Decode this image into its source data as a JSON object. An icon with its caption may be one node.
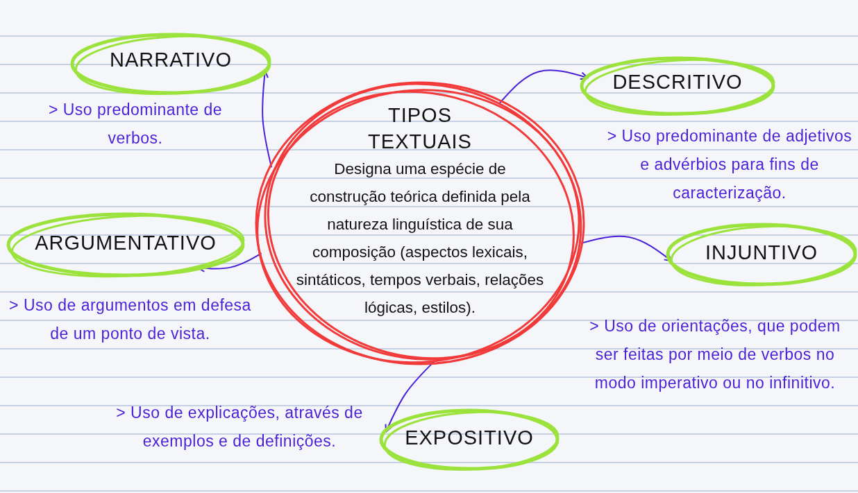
{
  "diagram": {
    "nodes": [
      {
        "text": [
          "TIPOS TEXTUAIS",
          "Designa uma espécie de construção teórica definida pela natureza linguística de sua composição (aspectos lexicais, sintáticos, tempos verbais, relações lógicas, estilos)."
        ]
      },
      {
        "text": [
          "NARRATIVO"
        ]
      },
      {
        "text": [
          "DESCRITIVO"
        ]
      },
      {
        "text": [
          "ARGUMENTATIVO"
        ]
      },
      {
        "text": [
          "INJUNTIVO"
        ]
      },
      {
        "text": [
          "EXPOSITIVO"
        ]
      }
    ],
    "edges": [
      {
        "from": 0,
        "to": 1,
        "arrow": "to"
      },
      {
        "from": 0,
        "to": 2,
        "arrow": "to"
      },
      {
        "from": 0,
        "to": 3,
        "arrow": "to"
      },
      {
        "from": 0,
        "to": 4,
        "arrow": "to"
      },
      {
        "from": 0,
        "to": 5,
        "arrow": "to"
      }
    ],
    "labels": [
      "> Uso predominante de verbos.",
      "> Uso predominante de adjetivos e advérbios para fins de caracterização.",
      "> Uso de argumentos em defesa de um ponto de vista.",
      "> Uso de orientações, que podem ser feitas por meio de verbos no modo imperativo ou no infinitivo.",
      "> Uso de explicações, através de exemplos e de definições."
    ]
  }
}
